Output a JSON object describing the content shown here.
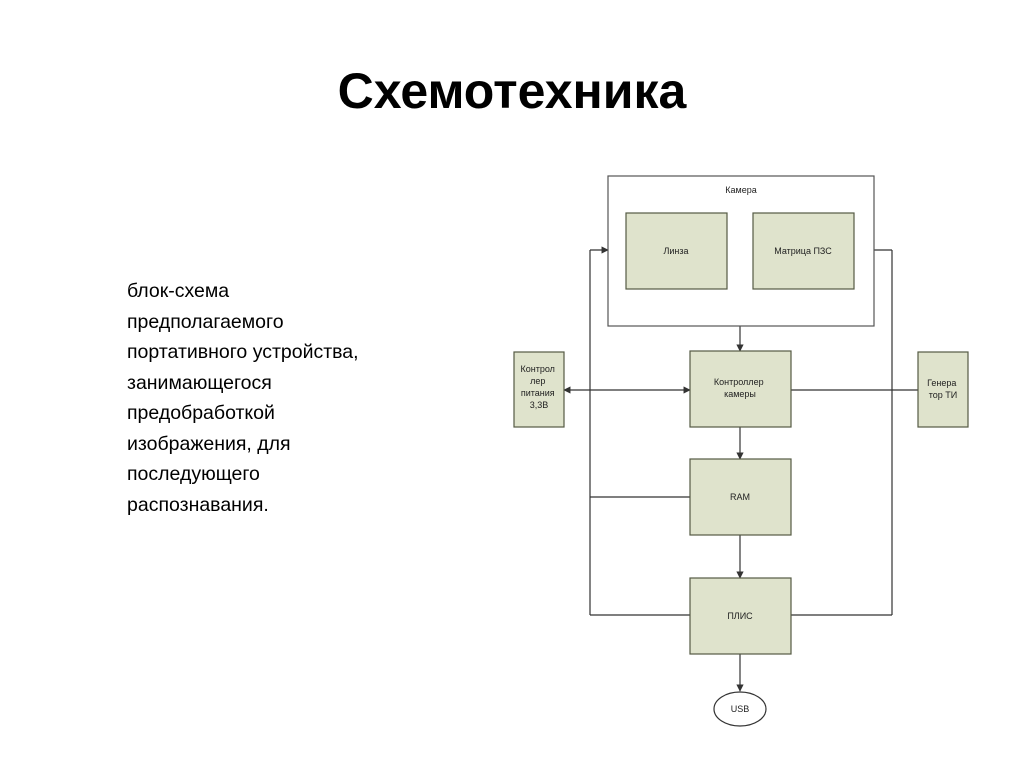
{
  "slide": {
    "title": "Схемотехника",
    "description": [
      "блок-схема",
      "предполагаемого",
      "портативного устройства,",
      "занимающегося",
      "предобработкой",
      "изображения, для",
      "последующего",
      "распознавания."
    ]
  },
  "diagram": {
    "camera_group": "Камера",
    "lens": "Линза",
    "matrix": "Матрица ПЗС",
    "camera_controller": [
      "Контроллер",
      "камеры"
    ],
    "power_controller": [
      "Контрол",
      "лер",
      "питания",
      "3,3В"
    ],
    "clock_generator": [
      "Генера",
      "тор ТИ"
    ],
    "ram": "RAM",
    "fpga": "ПЛИС",
    "usb": "USB"
  },
  "colors": {
    "block_fill": "#dfe3cc",
    "block_stroke": "#555a44",
    "wire": "#333333"
  }
}
